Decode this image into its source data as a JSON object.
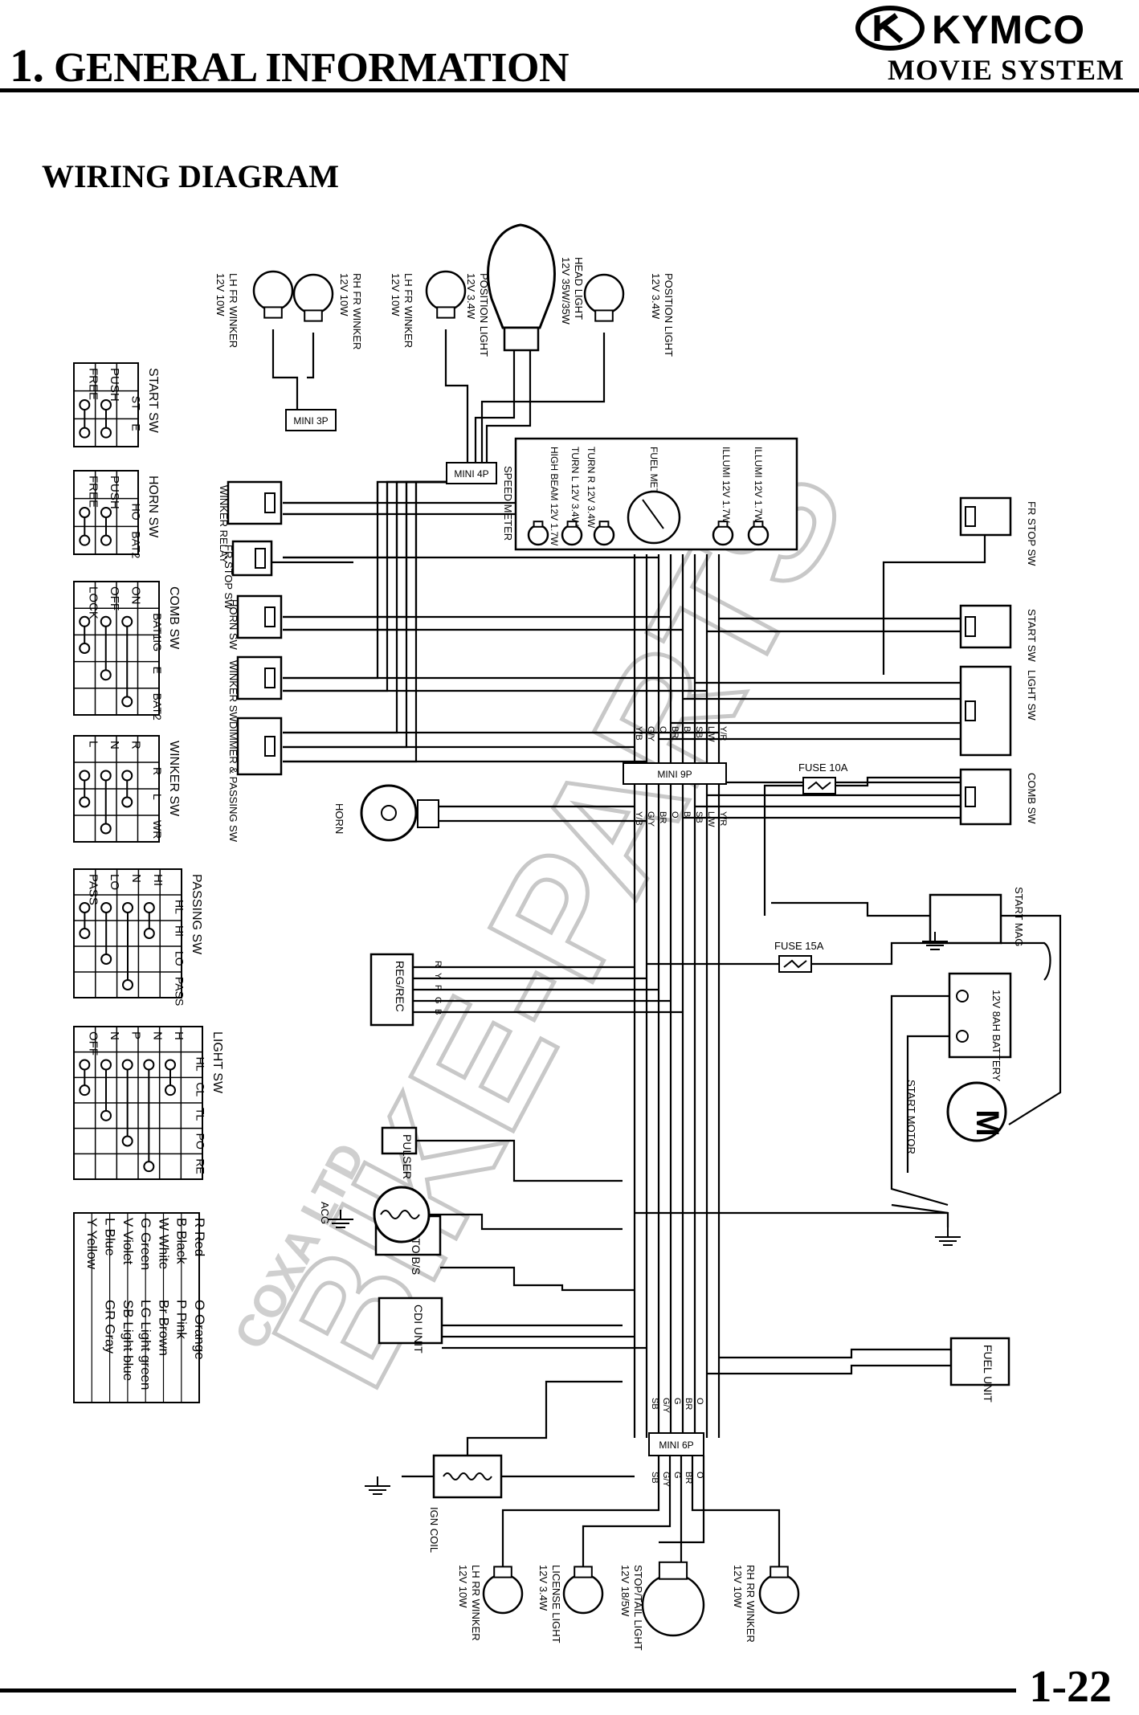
{
  "header": {
    "chapter_number": "1.",
    "chapter_title": "GENERAL INFORMATION",
    "brand": "KYMCO",
    "model": "MOVIE SYSTEM"
  },
  "section_title": "WIRING DIAGRAM",
  "page_number": "1-22",
  "watermark": {
    "main": "BIKE-PARTS",
    "sub": "COXA LTD"
  },
  "tables": {
    "start_sw": {
      "title": "START SW",
      "cols": [
        "ST",
        "E"
      ],
      "rows": [
        "FREE",
        "PUSH"
      ]
    },
    "horn_sw": {
      "title": "HORN SW",
      "cols": [
        "HO",
        "BAT2"
      ],
      "rows": [
        "FREE",
        "PUSH"
      ]
    },
    "comb_sw": {
      "title": "COMB SW",
      "cols": [
        "BAT1",
        "IG",
        "E",
        "BAT2"
      ],
      "rows": [
        "LOCK",
        "OFF",
        "ON"
      ]
    },
    "winker_sw": {
      "title": "WINKER SW",
      "cols": [
        "R",
        "L",
        "WR"
      ],
      "rows": [
        "L",
        "N",
        "R"
      ]
    },
    "passing_sw": {
      "title": "PASSING SW",
      "cols": [
        "HL",
        "HI",
        "LO",
        "PASS"
      ],
      "rows": [
        "PASS",
        "LO",
        "N",
        "HI"
      ]
    },
    "light_sw": {
      "title": "LIGHT SW",
      "cols": [
        "HL",
        "CL",
        "TL",
        "PO",
        "RE"
      ],
      "rows": [
        "OFF",
        "N",
        "P",
        "N",
        "H"
      ]
    }
  },
  "color_codes": [
    {
      "code": "R",
      "name": "Red"
    },
    {
      "code": "O",
      "name": "Orange"
    },
    {
      "code": "B",
      "name": "Black"
    },
    {
      "code": "P",
      "name": "Pink"
    },
    {
      "code": "W",
      "name": "White"
    },
    {
      "code": "Br",
      "name": "Brown"
    },
    {
      "code": "G",
      "name": "Green"
    },
    {
      "code": "LG",
      "name": "Light green"
    },
    {
      "code": "V",
      "name": "Violet"
    },
    {
      "code": "SB",
      "name": "Light blue"
    },
    {
      "code": "L",
      "name": "Blue"
    },
    {
      "code": "GR",
      "name": "Gray"
    },
    {
      "code": "Y",
      "name": "Yellow"
    }
  ],
  "components": {
    "lh_fr_winker_1": "LH FR WINKER",
    "lh_fr_winker_1_rating": "12V 10W",
    "rh_fr_winker": "RH FR WINKER",
    "rh_fr_winker_rating": "12V 10W",
    "lh_fr_winker_2": "LH FR WINKER",
    "lh_fr_winker_2_rating": "12V 10W",
    "position_light_l": "POSITION LIGHT",
    "position_light_l_rating": "12V 3.4W",
    "head_light": "HEAD LIGHT",
    "head_light_rating": "12V 35W/35W",
    "position_light_r": "POSITION LIGHT",
    "position_light_r_rating": "12V 3.4W",
    "mini_3p": "MINI 3P",
    "mini_4p": "MINI 4P",
    "speed_meter": "SPEED METER",
    "winker_relay": "WINKER RELAY",
    "fr_stop_sw_l": "FR STOP SW",
    "fr_stop_sw_r": "FR STOP SW",
    "horn_sw": "HORN SW",
    "winker_sw": "WINKER SW",
    "dimmer_passing": "DIMMER & PASSING SW",
    "horn": "HORN",
    "start_sw": "START SW",
    "light_sw": "LIGHT SW",
    "comb_sw": "COMB SW",
    "fuse_10a": "FUSE 10A",
    "fuse_15a": "FUSE 15A",
    "mini_9p": "MINI 9P",
    "start_mag": "START MAG",
    "battery": "12V 8AH BATTERY",
    "start_motor": "START MOTOR",
    "motor_m": "M",
    "reg_rec": "REG/REC",
    "pulser": "PULSER",
    "acg": "ACG",
    "auto_bs": "AUTO B/S",
    "cdi_unit": "CDI UNIT",
    "fuel_unit": "FUEL UNIT",
    "mini_6p": "MINI 6P",
    "ign_coil": "IGN COIL",
    "lh_rr_winker": "LH RR WINKER",
    "lh_rr_winker_rating": "12V 10W",
    "license_light": "LICENSE LIGHT",
    "license_light_rating": "12V 3.4W",
    "stop_tail": "STOP/TAIL LIGHT",
    "stop_tail_rating": "12V 18/5W",
    "rh_rr_winker": "RH RR WINKER",
    "rh_rr_winker_rating": "12V 10W"
  },
  "meter_labels": {
    "turn_r": "TURN R 12V 3.4W",
    "turn_l": "TURN L 12V 3.4W",
    "high_beam": "HIGH BEAM 12V 1.7W",
    "fuel_meter": "FUEL METER",
    "illumi_1": "ILLUMI 12V 1.7W",
    "illumi_2": "ILLUMI 12V 1.7W"
  },
  "wire_colors": {
    "mini9p_top": [
      "Y/B",
      "G/Y",
      "O",
      "BR",
      "B",
      "SB",
      "L/W",
      "Y/R"
    ],
    "mini9p_bottom": [
      "Y/B",
      "G/Y",
      "BR",
      "O",
      "B",
      "SB",
      "L/W",
      "Y/R"
    ],
    "reg_rec": [
      "R",
      "Y",
      "P",
      "G",
      "B"
    ],
    "mini6p_top": [
      "SB",
      "G/Y",
      "G",
      "BR",
      "O"
    ],
    "mini6p_bottom": [
      "SB",
      "G/Y",
      "G",
      "BR",
      "O"
    ]
  }
}
